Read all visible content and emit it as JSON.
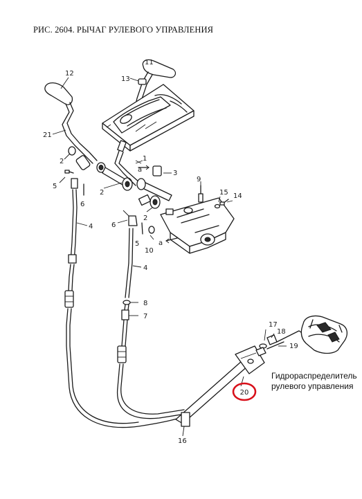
{
  "title": "РИС. 2604. РЫЧАГ РУЛЕВОГО УПРАВЛЕНИЯ",
  "note": {
    "line1": "Гидрораспределитель",
    "line2": "рулевого управления"
  },
  "highlight": {
    "label": "20",
    "color": "#d8101a"
  },
  "labels": {
    "p1": "1",
    "p2a": "2",
    "p2b": "2",
    "p2c": "2",
    "p3": "3",
    "p4a": "4",
    "p4b": "4",
    "p5a": "5",
    "p5b": "5",
    "p6a": "6",
    "p6b": "6",
    "p7": "7",
    "p8": "8",
    "p9": "9",
    "p10": "10",
    "p11": "11",
    "p12": "12",
    "p13": "13",
    "p14": "14",
    "p15": "15",
    "p16": "16",
    "p17": "17",
    "p18": "18",
    "p19": "19",
    "p21": "21",
    "pa1": "a",
    "pa2": "a"
  }
}
